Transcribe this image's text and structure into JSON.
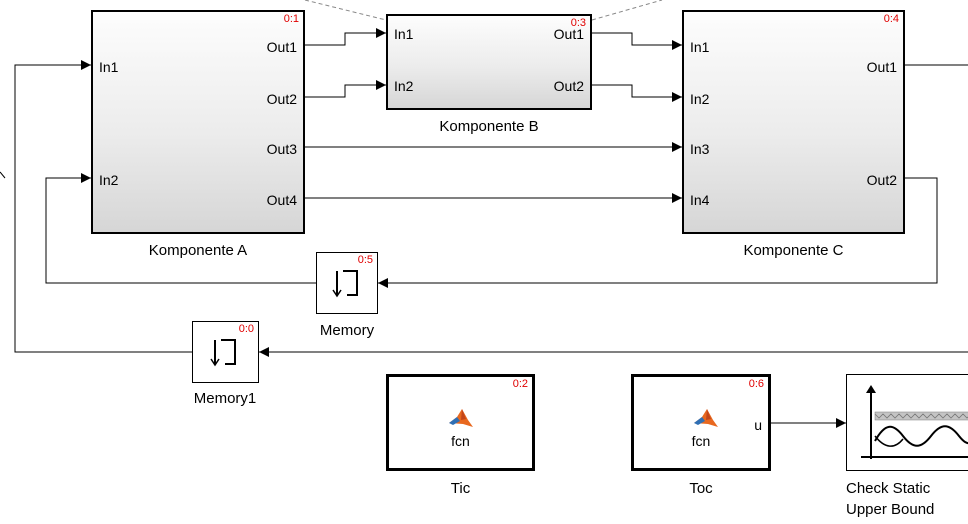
{
  "blocks": {
    "komp_a": {
      "name": "Komponente A",
      "priority": "0:1",
      "inputs": [
        "In1",
        "In2"
      ],
      "outputs": [
        "Out1",
        "Out2",
        "Out3",
        "Out4"
      ]
    },
    "komp_b": {
      "name": "Komponente B",
      "priority": "0:3",
      "inputs": [
        "In1",
        "In2"
      ],
      "outputs": [
        "Out1",
        "Out2"
      ]
    },
    "komp_c": {
      "name": "Komponente C",
      "priority": "0:4",
      "inputs": [
        "In1",
        "In2",
        "In3",
        "In4"
      ],
      "outputs": [
        "Out1",
        "Out2"
      ]
    },
    "memory": {
      "name": "Memory",
      "priority": "0:5"
    },
    "memory1": {
      "name": "Memory1",
      "priority": "0:0"
    },
    "tic": {
      "name": "Tic",
      "priority": "0:2",
      "fcn": "fcn"
    },
    "toc": {
      "name": "Toc",
      "priority": "0:6",
      "fcn": "fcn",
      "output": "u"
    },
    "check": {
      "name_line1": "Check Static",
      "name_line2": "Upper Bound"
    }
  },
  "colors": {
    "priority": "#e00000",
    "wire": "#000000",
    "scope_band": "#9a9a9a"
  },
  "icons": [
    "memory-icon",
    "matlab-function-icon",
    "upper-bound-assertion-icon"
  ]
}
